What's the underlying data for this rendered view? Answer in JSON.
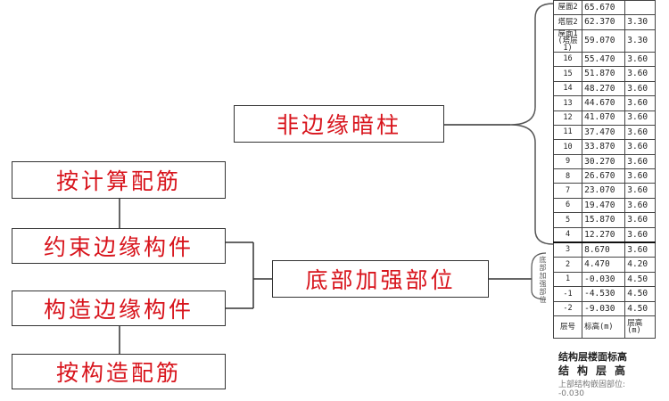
{
  "boxes": {
    "non_edge": "非边缘暗柱",
    "by_calc": "按计算配筋",
    "constrained": "约束边缘构件",
    "structural": "构造边缘构件",
    "by_struct": "按构造配筋",
    "bottom": "底部加强部位"
  },
  "side_label": "底部加强部位",
  "table": {
    "rows": [
      {
        "floor": "屋面2",
        "elev": "65.670",
        "height": ""
      },
      {
        "floor": "塔层2",
        "elev": "62.370",
        "height": "3.30"
      },
      {
        "floor": "屋面1\n(塔层1)",
        "elev": "59.070",
        "height": "3.30"
      },
      {
        "floor": "16",
        "elev": "55.470",
        "height": "3.60"
      },
      {
        "floor": "15",
        "elev": "51.870",
        "height": "3.60"
      },
      {
        "floor": "14",
        "elev": "48.270",
        "height": "3.60"
      },
      {
        "floor": "13",
        "elev": "44.670",
        "height": "3.60"
      },
      {
        "floor": "12",
        "elev": "41.070",
        "height": "3.60"
      },
      {
        "floor": "11",
        "elev": "37.470",
        "height": "3.60"
      },
      {
        "floor": "10",
        "elev": "33.870",
        "height": "3.60"
      },
      {
        "floor": "9",
        "elev": "30.270",
        "height": "3.60"
      },
      {
        "floor": "8",
        "elev": "26.670",
        "height": "3.60"
      },
      {
        "floor": "7",
        "elev": "23.070",
        "height": "3.60"
      },
      {
        "floor": "6",
        "elev": "19.470",
        "height": "3.60"
      },
      {
        "floor": "5",
        "elev": "15.870",
        "height": "3.60"
      },
      {
        "floor": "4",
        "elev": "12.270",
        "height": "3.60"
      },
      {
        "floor": "3",
        "elev": "8.670",
        "height": "3.60"
      },
      {
        "floor": "2",
        "elev": "4.470",
        "height": "4.20"
      },
      {
        "floor": "1",
        "elev": "-0.030",
        "height": "4.50"
      },
      {
        "floor": "-1",
        "elev": "-4.530",
        "height": "4.50"
      },
      {
        "floor": "-2",
        "elev": "-9.030",
        "height": "4.50"
      }
    ],
    "header": {
      "floor": "层号",
      "elev": "标高(m)",
      "height": "层高\n(m)"
    }
  },
  "caption": {
    "line1": "结构层楼面标高",
    "line2": "结构层高",
    "line3": "上部结构嵌固部位:",
    "line4": "-0.030"
  }
}
